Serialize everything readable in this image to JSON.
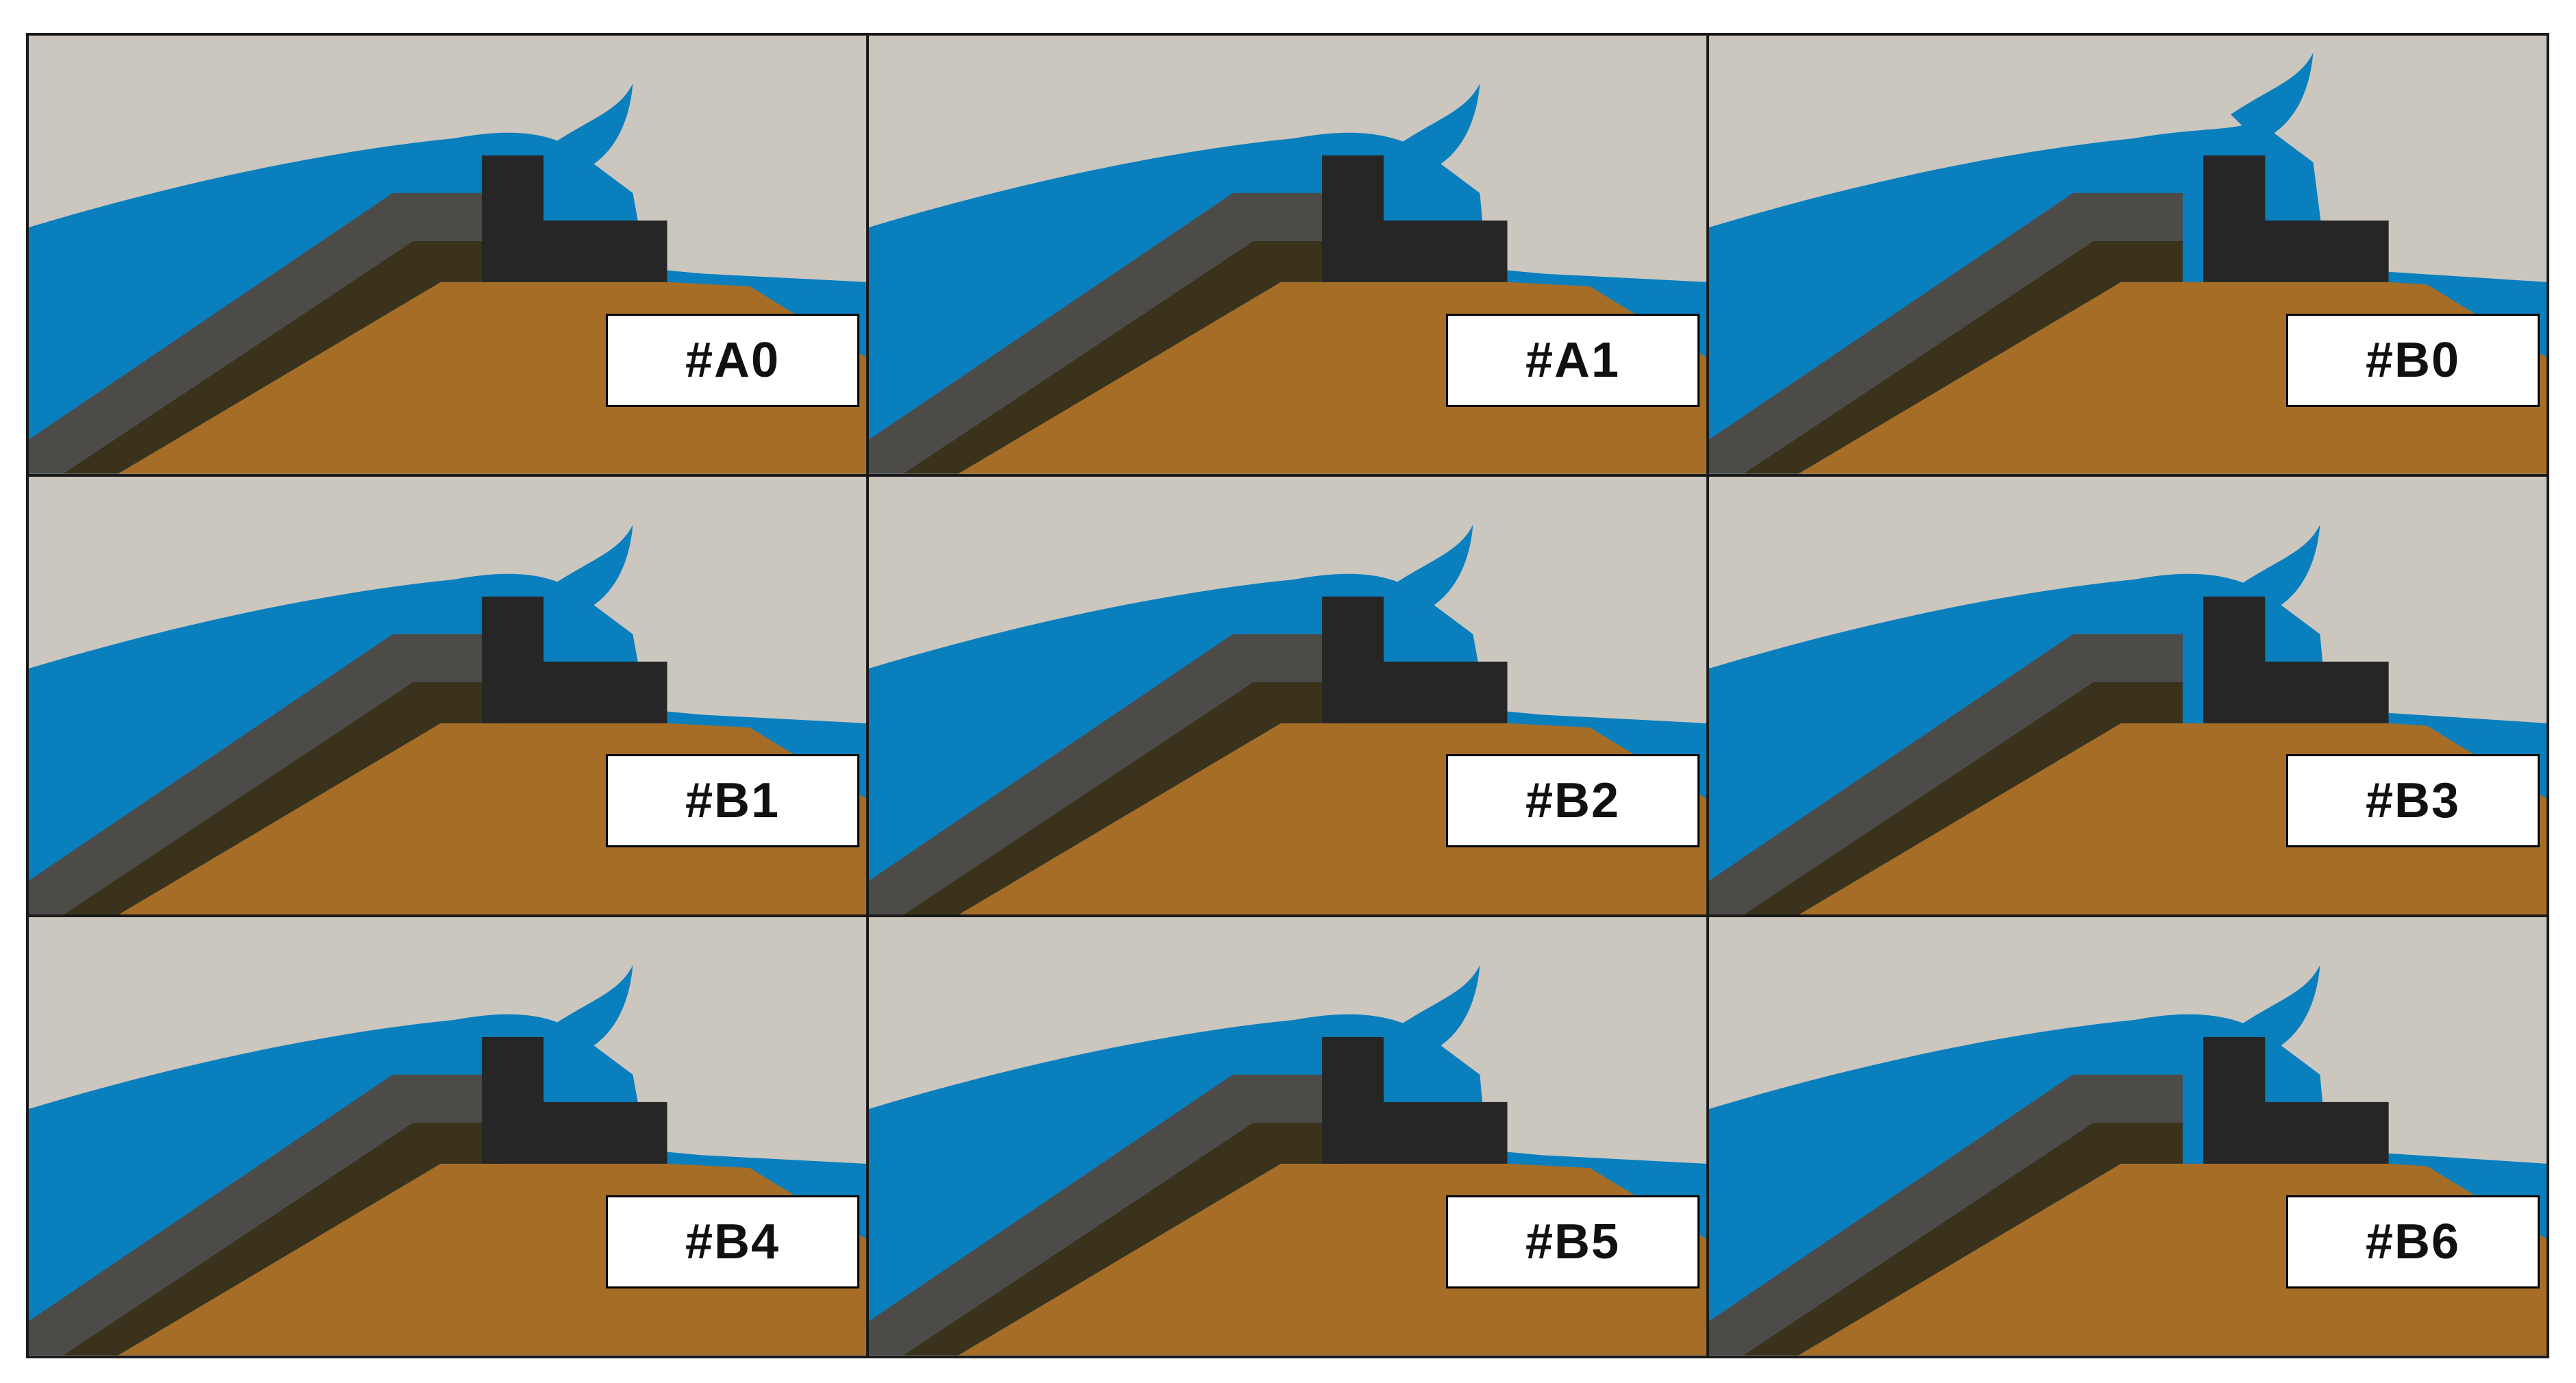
{
  "panels": [
    {
      "label": "#A0"
    },
    {
      "label": "#A1"
    },
    {
      "label": "#B0"
    },
    {
      "label": "#B1"
    },
    {
      "label": "#B2"
    },
    {
      "label": "#B3"
    },
    {
      "label": "#B4"
    },
    {
      "label": "#B5"
    },
    {
      "label": "#B6"
    }
  ],
  "colors": {
    "sky": "#cbc6be",
    "water": "#0a7fbe",
    "armour": "#4d4b48",
    "underlayer": "#3a321a",
    "core": "#a66d27",
    "crown_wall": "#262626"
  }
}
